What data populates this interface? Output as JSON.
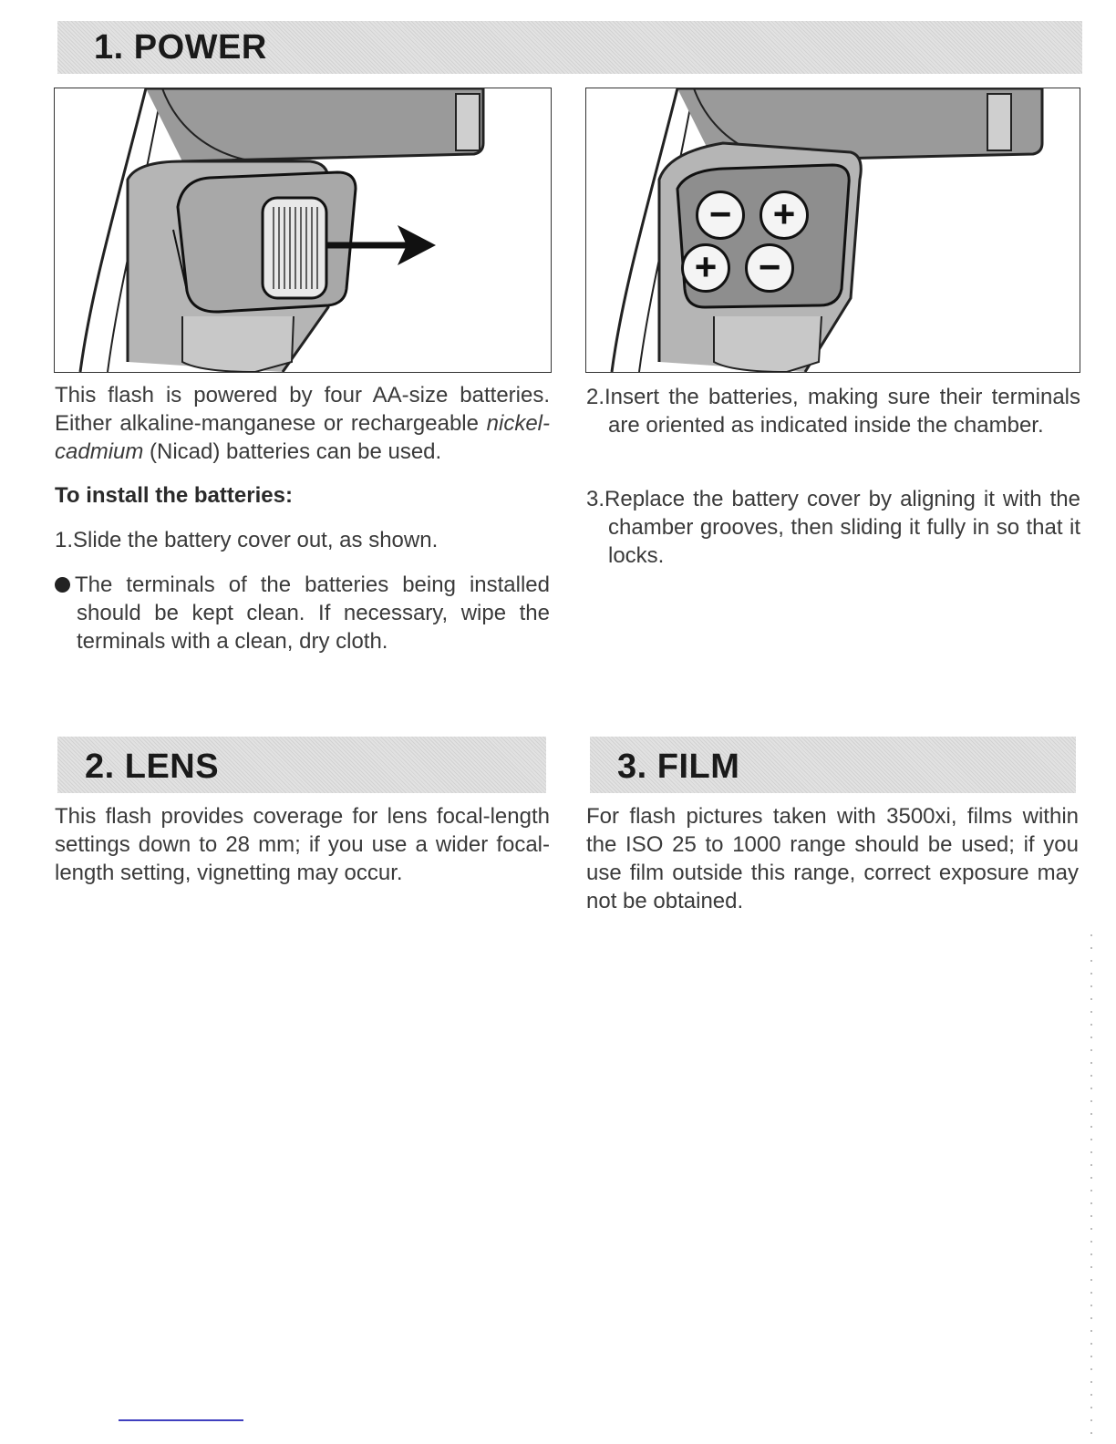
{
  "sections": {
    "power": {
      "title": "1. POWER",
      "intro_before_italic": "This flash is powered by four AA-size batteries. Either alkaline-manganese or rechargeable ",
      "intro_italic": "nickel-cadmium",
      "intro_after_italic": " (Nicad) batteries can be used.",
      "install_heading": "To install the batteries:",
      "steps": [
        "1.Slide the battery cover out, as shown.",
        "2.Insert the batteries, making sure their terminals are oriented as indicated inside the chamber.",
        "3.Replace the battery cover by aligning it with the chamber grooves, then sliding it fully in so that it locks."
      ],
      "note": "The terminals of the batteries being installed should be kept clean. If necessary, wipe the terminals with a clean, dry cloth."
    },
    "lens": {
      "title": "2. LENS",
      "body": "This flash provides coverage for lens focal-length settings down to 28 mm; if you use a wider focal-length setting, vignetting may occur."
    },
    "film": {
      "title": "3. FILM",
      "body": "For flash pictures taken with 3500xi, films within the ISO 25 to 1000 range should be used; if you use film outside this range, correct exposure may not be obtained."
    }
  },
  "figures": {
    "battery_symbols": [
      "−",
      "+",
      "+",
      "−"
    ]
  }
}
